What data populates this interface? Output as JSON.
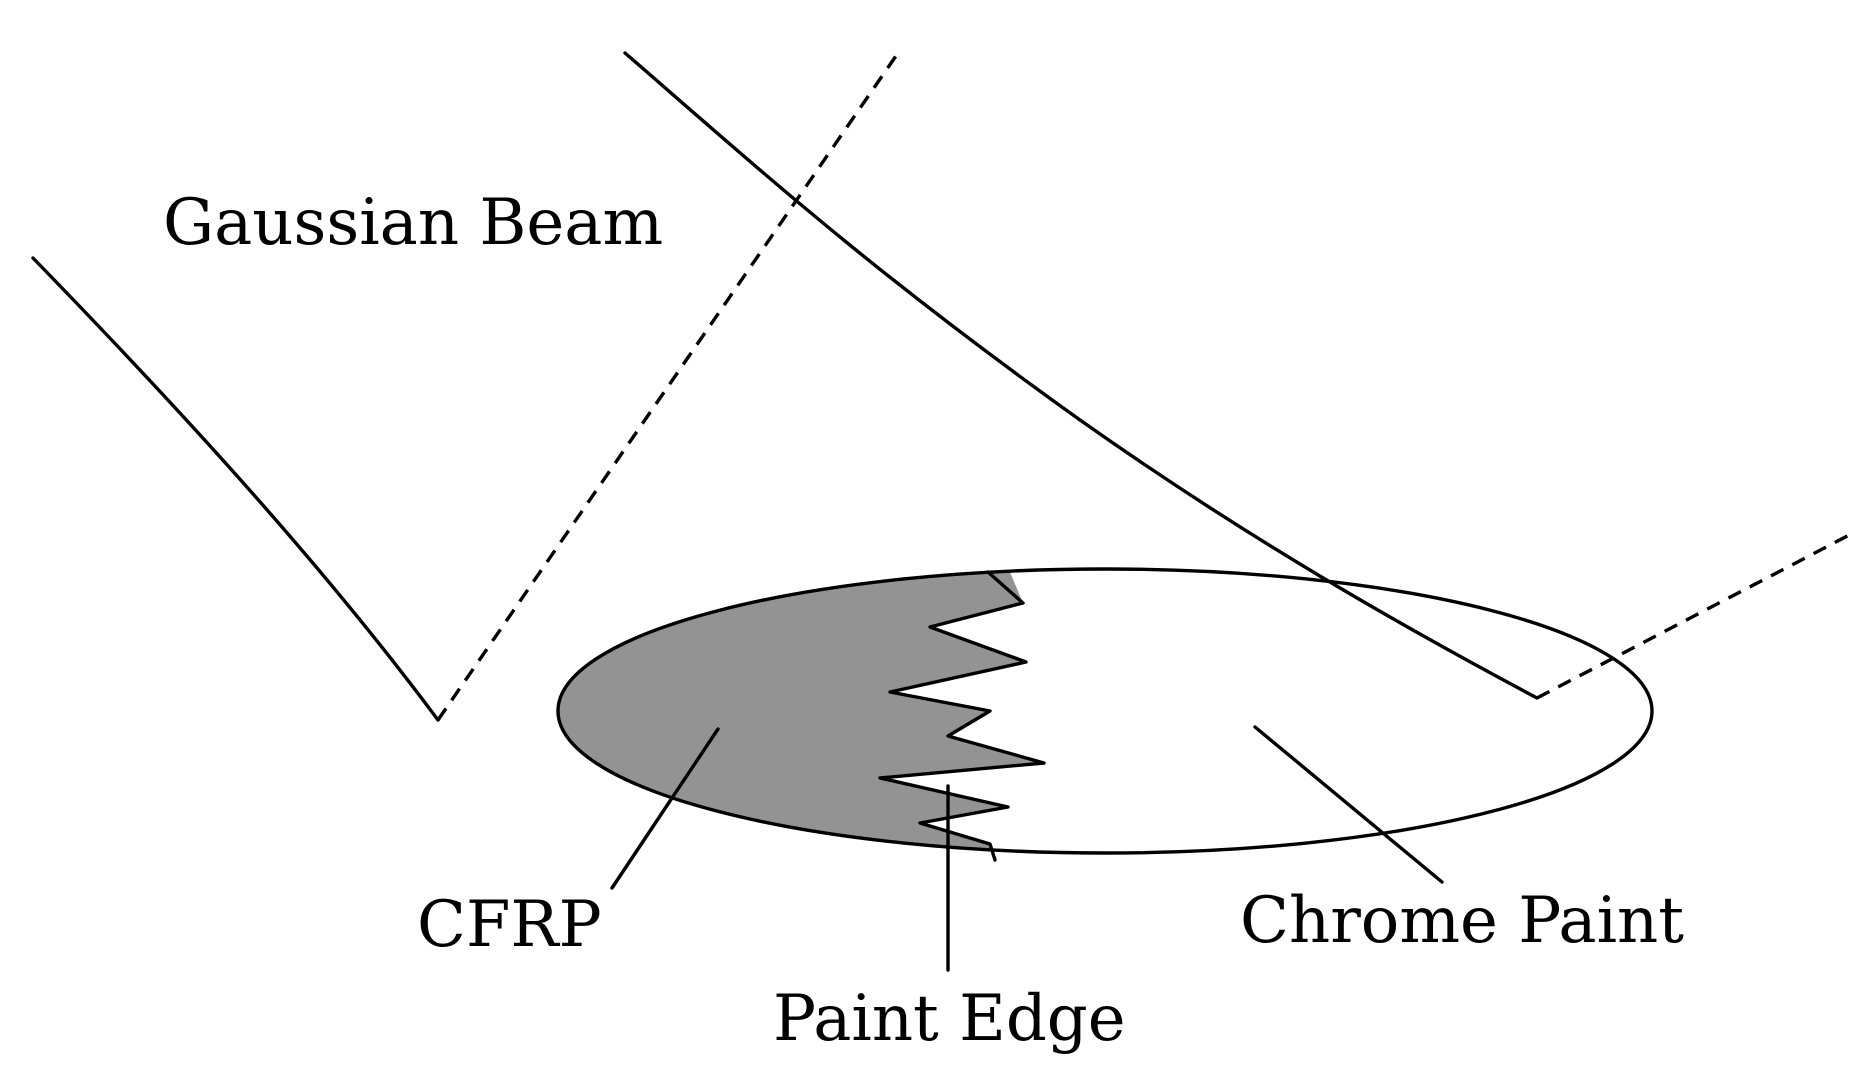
{
  "labels": {
    "gaussian_beam": "Gaussian Beam",
    "cfrp": "CFRP",
    "paint_edge": "Paint Edge",
    "chrome_paint": "Chrome Paint"
  },
  "colors": {
    "cfrp_fill": "#939393",
    "chrome_fill": "#ffffff",
    "line": "#000000",
    "background": "#ffffff"
  }
}
